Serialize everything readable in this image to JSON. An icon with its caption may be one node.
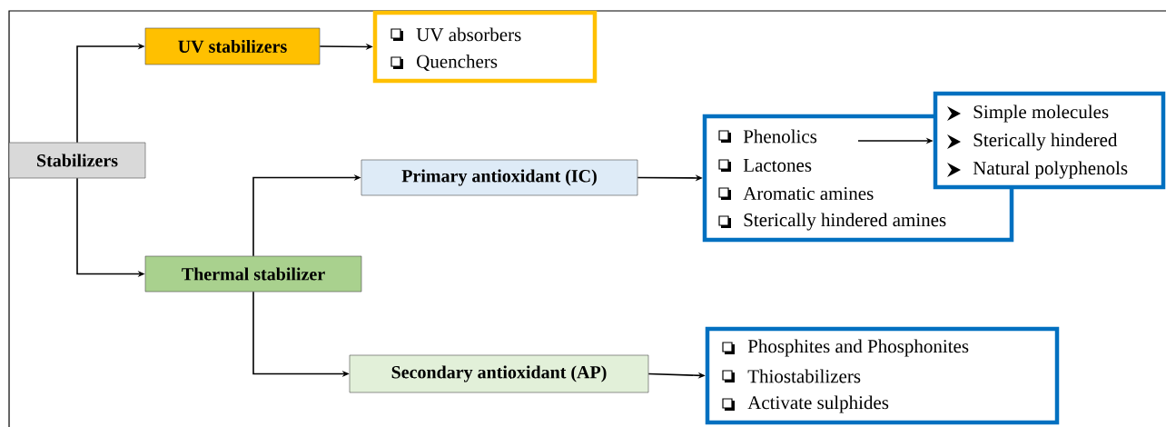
{
  "diagram": {
    "nodes": [
      {
        "text": [
          "Stabilizers"
        ]
      },
      {
        "text": [
          "UV stabilizers"
        ]
      },
      {
        "text": [
          "UV absorbers",
          "Quenchers"
        ]
      },
      {
        "text": [
          "Thermal stabilizer"
        ]
      },
      {
        "text": [
          "Primary antioxidant (IC)"
        ]
      },
      {
        "text": [
          "Phenolics",
          "Lactones",
          "Aromatic amines",
          "Sterically hindered amines"
        ]
      },
      {
        "text": [
          "Simple molecules",
          "Sterically hindered",
          "Natural polyphenols"
        ]
      },
      {
        "text": [
          "Secondary antioxidant (AP)"
        ]
      },
      {
        "text": [
          "Phosphites and Phosphonites",
          "Thiostabilizers",
          "Activate sulphides"
        ]
      }
    ],
    "edges": [
      {
        "from": 0,
        "to": 1,
        "arrow": "to"
      },
      {
        "from": 0,
        "to": 3,
        "arrow": "to"
      },
      {
        "from": 1,
        "to": 2,
        "arrow": "to"
      },
      {
        "from": 3,
        "to": 4,
        "arrow": "to"
      },
      {
        "from": 3,
        "to": 7,
        "arrow": "to"
      },
      {
        "from": 4,
        "to": 5,
        "arrow": "to"
      },
      {
        "from": 5,
        "to": 6,
        "arrow": "to"
      },
      {
        "from": 7,
        "to": 8,
        "arrow": "to"
      }
    ]
  }
}
